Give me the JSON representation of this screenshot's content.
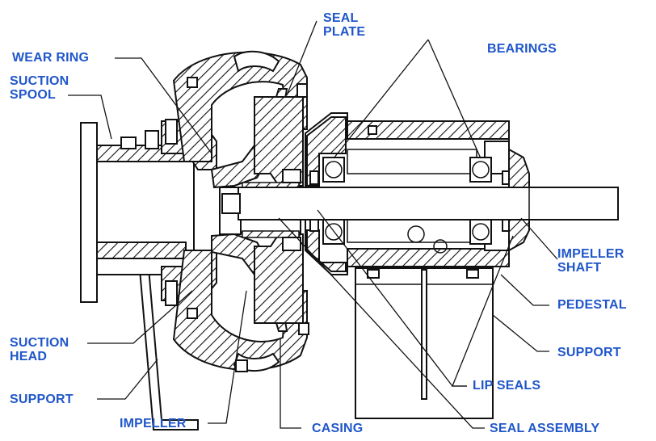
{
  "colors": {
    "label": "#1f56c9",
    "line": "#111111",
    "background": "#ffffff"
  },
  "labels": {
    "seal_plate": "SEAL\nPLATE",
    "bearings": "BEARINGS",
    "wear_ring": "WEAR RING",
    "suction_spool": "SUCTION\nSPOOL",
    "impeller_shaft": "IMPELLER\nSHAFT",
    "pedestal": "PEDESTAL",
    "suction_head": "SUCTION\nHEAD",
    "support_right": "SUPPORT",
    "lip_seals": "LIP SEALS",
    "support_left": "SUPPORT",
    "impeller": "IMPELLER",
    "casing": "CASING",
    "seal_assembly": "SEAL ASSEMBLY"
  }
}
